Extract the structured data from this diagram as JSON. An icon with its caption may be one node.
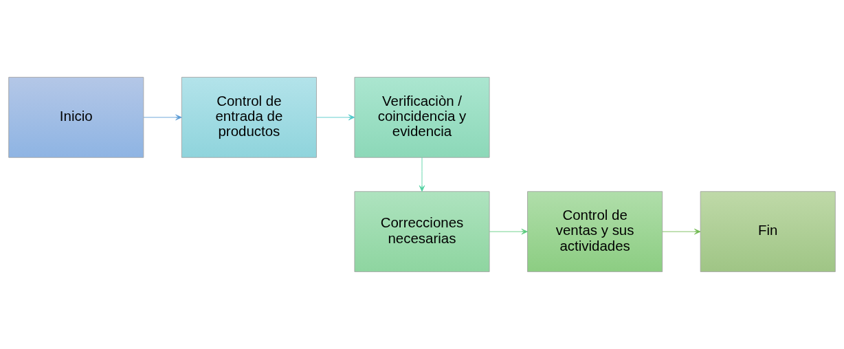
{
  "diagram": {
    "nodes": [
      {
        "text": [
          "Inicio"
        ]
      },
      {
        "text": [
          "Control de entrada de productos"
        ]
      },
      {
        "text": [
          "Verificaciòn / coincidencia y evidencia"
        ]
      },
      {
        "text": [
          "Correcciones necesarias"
        ]
      },
      {
        "text": [
          "Control de ventas y sus actividades"
        ]
      },
      {
        "text": [
          "Fin"
        ]
      }
    ],
    "edges": [
      {
        "from": 0,
        "to": 1,
        "arrow": "to",
        "color": "#5b9bd5"
      },
      {
        "from": 1,
        "to": 2,
        "arrow": "to",
        "color": "#4dc8c8"
      },
      {
        "from": 2,
        "to": 3,
        "arrow": "to",
        "color": "#4fd0a0"
      },
      {
        "from": 3,
        "to": 4,
        "arrow": "to",
        "color": "#5ccb7e"
      },
      {
        "from": 4,
        "to": 5,
        "arrow": "to",
        "color": "#70b850"
      }
    ]
  }
}
